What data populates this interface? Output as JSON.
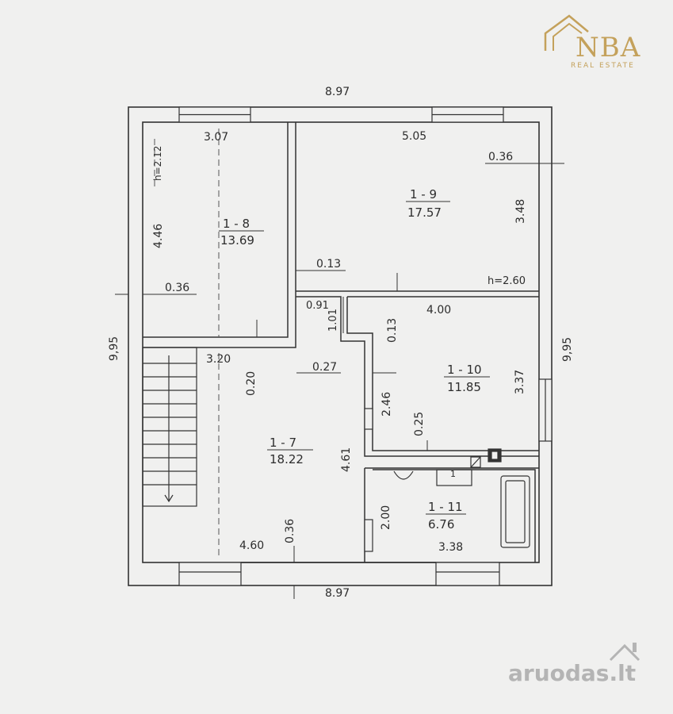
{
  "brand": {
    "logo_text": "NBA",
    "logo_subtitle": "REAL ESTATE",
    "accent_color": "#c4a15b"
  },
  "watermark": {
    "text": "aruodas.lt",
    "color": "#a0a0a0"
  },
  "overall": {
    "width_top": "8.97",
    "width_bottom": "8.97",
    "height_left": "9,95",
    "height_right": "9,95"
  },
  "rooms": {
    "r8": {
      "id": "1 - 8",
      "area": "13.69"
    },
    "r9": {
      "id": "1 - 9",
      "area": "17.57"
    },
    "r10": {
      "id": "1 - 10",
      "area": "11.85"
    },
    "r11": {
      "id": "1 - 11",
      "area": "6.76"
    },
    "r7": {
      "id": "1 - 7",
      "area": "18.22"
    }
  },
  "dims": {
    "d_307": "3.07",
    "d_505": "5.05",
    "d_036a": "0.36",
    "d_348": "3.48",
    "d_h212": "h=2.12",
    "d_446": "4.46",
    "d_036b": "0.36",
    "d_013a": "0.13",
    "d_h260": "h=2.60",
    "d_091": "0.91",
    "d_101": "1.01",
    "d_400": "4.00",
    "d_013b": "0.13",
    "d_320": "3.20",
    "d_020": "0.20",
    "d_027": "0.27",
    "d_246": "2.46",
    "d_337": "3.37",
    "d_025": "0.25",
    "d_461": "4.61",
    "d_200": "2.00",
    "d_338": "3.38",
    "d_460": "4.60",
    "d_036c": "0.36",
    "d_bath_label": "1"
  }
}
